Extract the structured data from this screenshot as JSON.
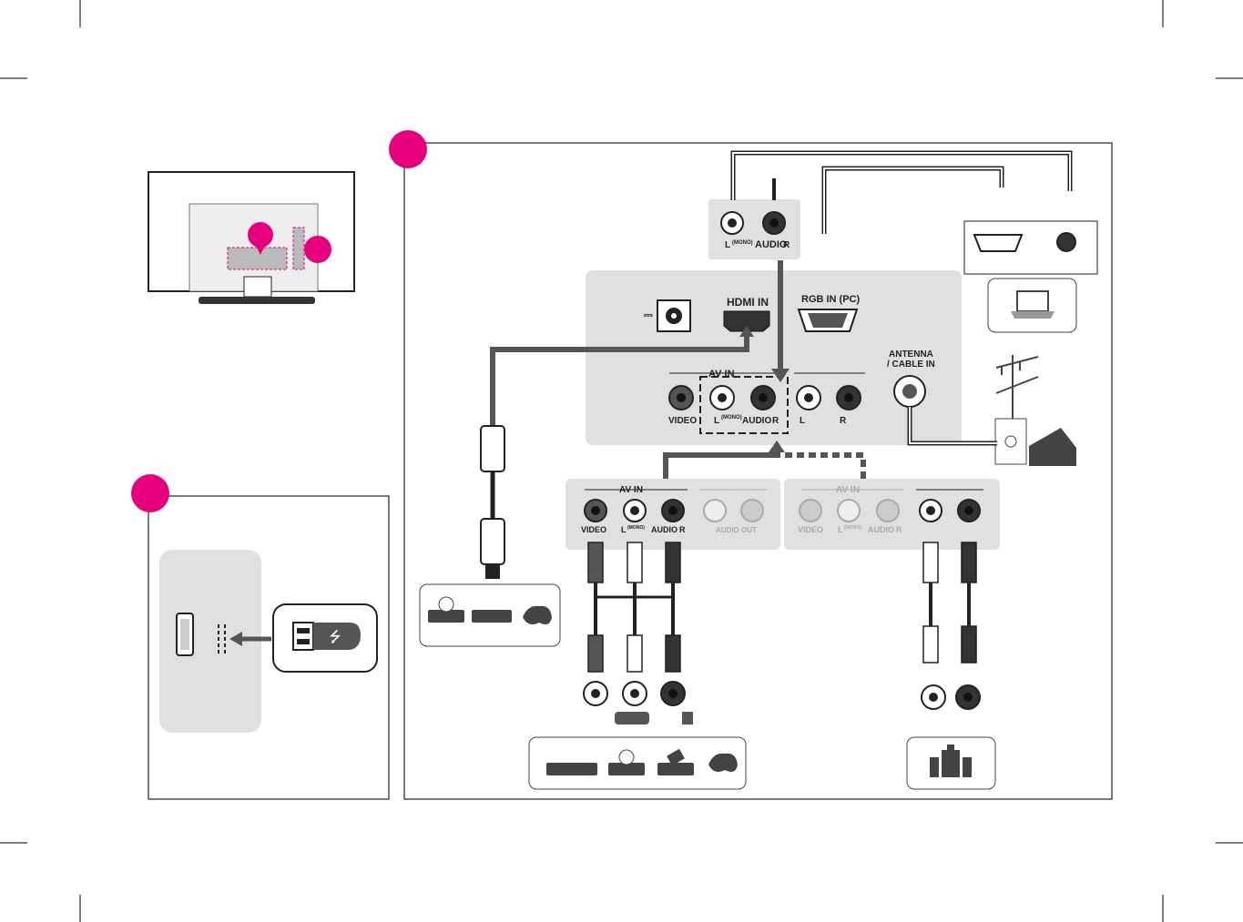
{
  "colors": {
    "accent": "#e6007e",
    "panel": "#e0e0e0",
    "cable": "#555555"
  },
  "tv_back": {
    "ports": {
      "hdmi_in": "HDMI IN",
      "rgb_in": "RGB IN (PC)",
      "antenna": "ANTENNA",
      "cable_in": "/ CABLE IN",
      "av_in": "AV IN",
      "video": "VIDEO",
      "l": "L",
      "mono": "(MONO)",
      "audio": "AUDIO",
      "r": "R",
      "out_l": "L",
      "out_r": "R",
      "dc": "⎓"
    }
  },
  "top_audio": {
    "l": "L",
    "mono": "(MONO)",
    "audio": "AUDIO",
    "r": "R"
  },
  "device_av": {
    "av_in": "AV IN",
    "video": "VIDEO",
    "l": "L",
    "mono": "(MONO)",
    "audio": "AUDIO",
    "r": "R",
    "audio_out": "AUDIO OUT"
  },
  "device_out": {
    "av_in": "AV IN",
    "video": "VIDEO",
    "l": "L",
    "mono": "(MONO)",
    "audio": "AUDIO",
    "r": "R"
  },
  "icons": [
    "tv-back-icon",
    "usb-stick-icon",
    "laptop-icon",
    "antenna-icon",
    "house-icon",
    "dvd-player-icon",
    "set-top-box-icon",
    "gamepad-icon",
    "vcr-icon",
    "speaker-system-icon"
  ]
}
